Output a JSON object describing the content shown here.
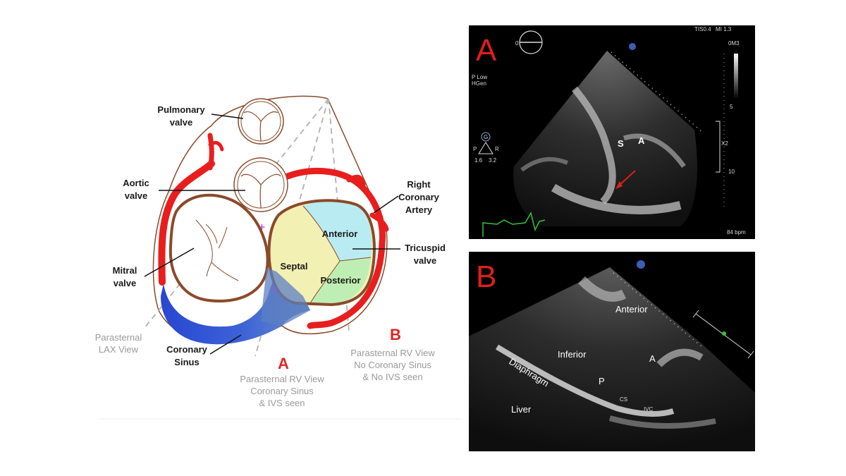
{
  "diagram": {
    "labels": {
      "pulmonary_valve": [
        "Pulmonary",
        "valve"
      ],
      "aortic_valve": [
        "Aortic",
        "valve"
      ],
      "mitral_valve": [
        "Mitral",
        "valve"
      ],
      "coronary_sinus": [
        "Coronary",
        "Sinus"
      ],
      "right_coronary_artery": [
        "Right",
        "Coronary",
        "Artery"
      ],
      "tricuspid_valve": [
        "Tricuspid",
        "valve"
      ],
      "anterior_leaflet": "Anterior",
      "septal_leaflet": "Septal",
      "posterior_leaflet": "Posterior",
      "parasternal_lax": [
        "Parasternal",
        "LAX View"
      ],
      "view_a_letter": "A",
      "view_a_desc": [
        "Parasternal RV View",
        "Coronary Sinus",
        "& IVS seen"
      ],
      "view_b_letter": "B",
      "view_b_desc": [
        "Parasternal RV View",
        "No Coronary Sinus",
        "& No IVS seen"
      ]
    },
    "colors": {
      "coronary_artery": "#e81e1e",
      "coronary_sinus": "#2f55d4",
      "annulus": "#8b4a2a",
      "septal": "#f3f0b4",
      "anterior": "#b8ecf2",
      "posterior": "#bfeeb4",
      "view_letter": "#e02424"
    }
  },
  "echo_a": {
    "panel_letter": "A",
    "readout_tis": "TIS0.4",
    "readout_mi": "MI 1.3",
    "probe_angle": "0",
    "depth_label_top": "0M3",
    "depth_5": "5",
    "depth_10": "10",
    "zoom": "X2",
    "mode": [
      "P Low",
      "HGen"
    ],
    "gain_g": "G",
    "gain_p": "P",
    "gain_r": "R",
    "gain_values": [
      "1.6",
      "3.2"
    ],
    "marker_s": "S",
    "marker_a": "A",
    "heart_rate": "84 bpm"
  },
  "echo_b": {
    "panel_letter": "B",
    "labels": {
      "anterior": "Anterior",
      "inferior": "Inferior",
      "a": "A",
      "p": "P",
      "cs": "CS",
      "ivc": "IVC",
      "diaphragm": "Diaphragm",
      "liver": "Liver"
    }
  }
}
